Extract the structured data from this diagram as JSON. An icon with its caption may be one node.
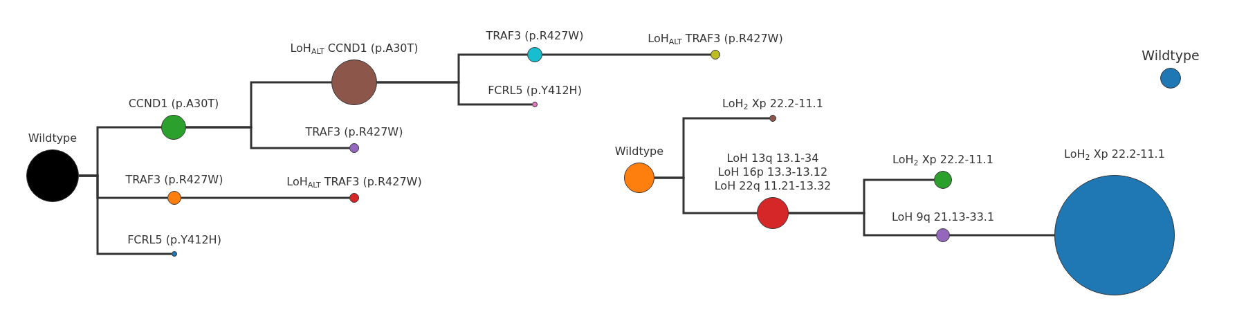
{
  "diagram": {
    "nodes": [
      {
        "text": [
          "Wildtype"
        ]
      },
      {
        "text": [
          "CCND1 (p.A30T)"
        ]
      },
      {
        "text": [
          "LoH$_{ALT}$ CCND1 (p.A30T)"
        ]
      },
      {
        "text": [
          "TRAF3 (p.R427W)"
        ]
      },
      {
        "text": [
          "LoH$_{ALT}$ TRAF3 (p.R427W)"
        ]
      },
      {
        "text": [
          "FCRL5 (p.Y412H)"
        ]
      },
      {
        "text": [
          "TRAF3 (p.R427W)"
        ]
      },
      {
        "text": [
          "TRAF3 (p.R427W)"
        ]
      },
      {
        "text": [
          "LoH$_{ALT}$ TRAF3 (p.R427W)"
        ]
      },
      {
        "text": [
          "FCRL5 (p.Y412H)"
        ]
      },
      {
        "text": [
          "Wildtype"
        ]
      },
      {
        "text": [
          "LoH$_{2}$ Xp 22.2-11.1"
        ]
      },
      {
        "text": [
          "LoH 13q 13.1-34",
          "LoH 16p 13.3-13.12",
          "LoH 22q 11.21-13.32"
        ]
      },
      {
        "text": [
          "LoH$_{2}$ Xp 22.2-11.1"
        ]
      },
      {
        "text": [
          "LoH 9q 21.13-33.1"
        ]
      },
      {
        "text": [
          "LoH$_{2}$ Xp 22.2-11.1"
        ]
      },
      {
        "text": [
          "Wildtype"
        ]
      }
    ],
    "edges": [
      {
        "from": 0,
        "to": 1,
        "arrow": "none"
      },
      {
        "from": 0,
        "to": 7,
        "arrow": "none"
      },
      {
        "from": 0,
        "to": 9,
        "arrow": "none"
      },
      {
        "from": 1,
        "to": 2,
        "arrow": "none"
      },
      {
        "from": 1,
        "to": 6,
        "arrow": "none"
      },
      {
        "from": 2,
        "to": 3,
        "arrow": "none"
      },
      {
        "from": 2,
        "to": 5,
        "arrow": "none"
      },
      {
        "from": 3,
        "to": 4,
        "arrow": "none"
      },
      {
        "from": 7,
        "to": 8,
        "arrow": "none"
      },
      {
        "from": 10,
        "to": 11,
        "arrow": "none"
      },
      {
        "from": 10,
        "to": 12,
        "arrow": "none"
      },
      {
        "from": 12,
        "to": 13,
        "arrow": "none"
      },
      {
        "from": 12,
        "to": 14,
        "arrow": "none"
      },
      {
        "from": 14,
        "to": 15,
        "arrow": "none"
      }
    ]
  }
}
